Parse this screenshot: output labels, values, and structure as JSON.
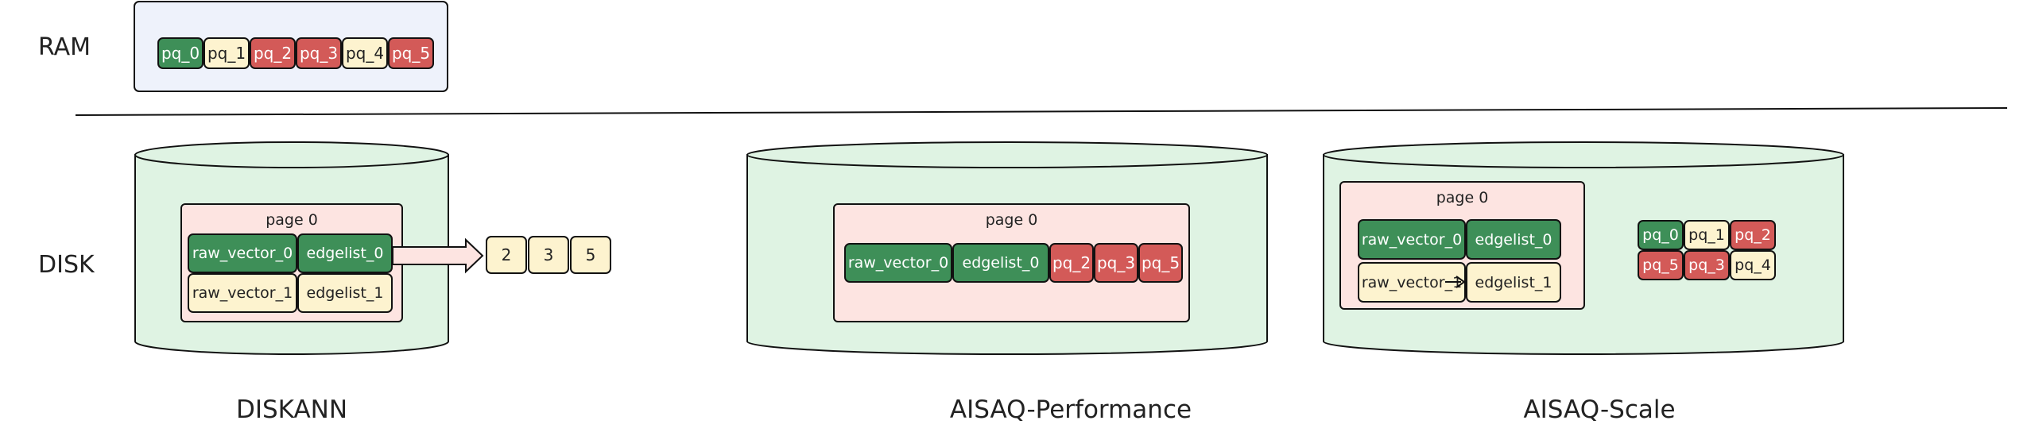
{
  "labels": {
    "ram": "RAM",
    "disk": "DISK",
    "diskann": "DISKANN",
    "aisaq_performance": "AISAQ-Performance",
    "aisaq_scale": "AISAQ-Scale"
  },
  "ram_pq": [
    "pq_0",
    "pq_1",
    "pq_2",
    "pq_3",
    "pq_4",
    "pq_5"
  ],
  "diskann": {
    "page_title": "page 0",
    "raw_vector_0": "raw_vector_0",
    "edgelist_0": "edgelist_0",
    "raw_vector_1": "raw_vector_1",
    "edgelist_1": "edgelist_1",
    "neighbors": [
      "2",
      "3",
      "5"
    ]
  },
  "aisaq_performance": {
    "page_title": "page 0",
    "raw_vector_0": "raw_vector_0",
    "edgelist_0": "edgelist_0",
    "pq": [
      "pq_2",
      "pq_3",
      "pq_5"
    ]
  },
  "aisaq_scale": {
    "page_title": "page 0",
    "raw_vector_0": "raw_vector_0",
    "edgelist_0": "edgelist_0",
    "raw_vector_1": "raw_vector_1",
    "edgelist_1": "edgelist_1",
    "pq_row1": [
      "pq_0",
      "pq_1",
      "pq_2"
    ],
    "pq_row2": [
      "pq_5",
      "pq_3",
      "pq_4"
    ]
  },
  "colors": {
    "green": "#3e8f58",
    "cream": "#fdf3cf",
    "red": "#d35a58",
    "ram_bg": "#eef2fb",
    "disk_bg": "#dff3e3",
    "page_bg": "#fde4e1"
  }
}
